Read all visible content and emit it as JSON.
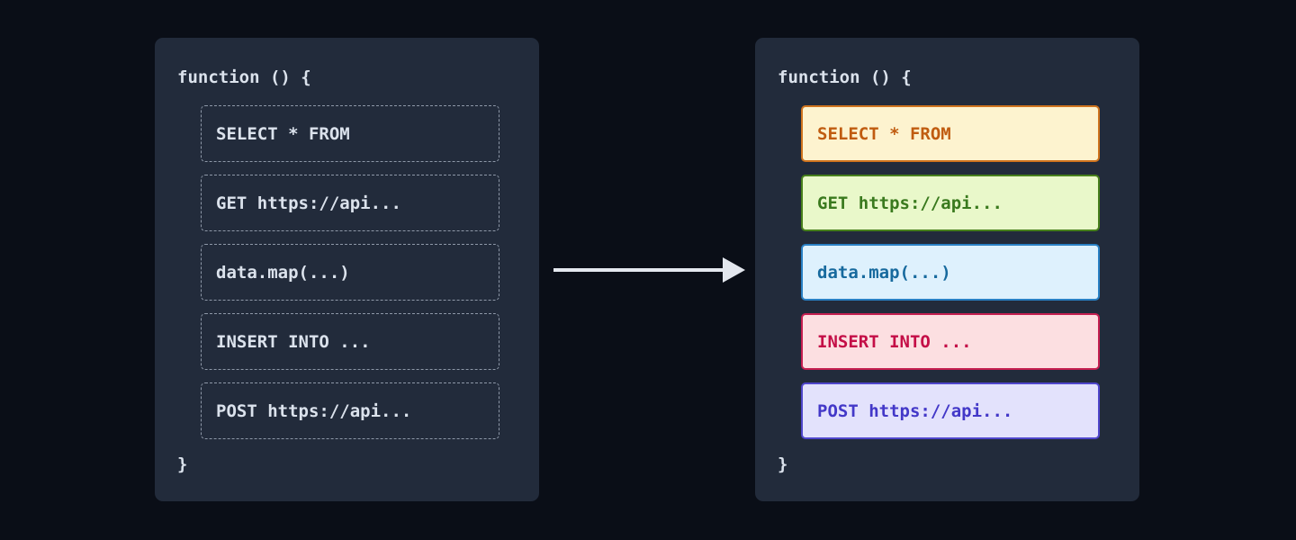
{
  "diagram": {
    "theme": {
      "page_bg": "#0a0e17",
      "panel_bg": "#222b3b",
      "panel_text": "#dbe2ec",
      "dashed_border": "#8e98a8",
      "arrow_color": "#e3e7ee"
    },
    "left_panel": {
      "function_open": "function () {",
      "function_close": "}",
      "blocks": [
        "SELECT * FROM",
        "GET https://api...",
        "data.map(...)",
        "INSERT INTO ...",
        "POST https://api..."
      ]
    },
    "right_panel": {
      "function_open": "function () {",
      "function_close": "}",
      "blocks": [
        {
          "label": "SELECT * FROM",
          "colors": {
            "bg": "#fdf3cf",
            "border": "#cf731d",
            "text": "#c05c10"
          }
        },
        {
          "label": "GET https://api...",
          "colors": {
            "bg": "#e9f8ca",
            "border": "#47801c",
            "text": "#3a7a1e"
          }
        },
        {
          "label": "data.map(...)",
          "colors": {
            "bg": "#def1fd",
            "border": "#2980c4",
            "text": "#176a9e"
          }
        },
        {
          "label": "INSERT INTO ...",
          "colors": {
            "bg": "#fcdfe1",
            "border": "#c51f50",
            "text": "#c40e47"
          }
        },
        {
          "label": "POST https://api...",
          "colors": {
            "bg": "#e3e2fc",
            "border": "#4f46cb",
            "text": "#4338c8"
          }
        }
      ]
    }
  }
}
